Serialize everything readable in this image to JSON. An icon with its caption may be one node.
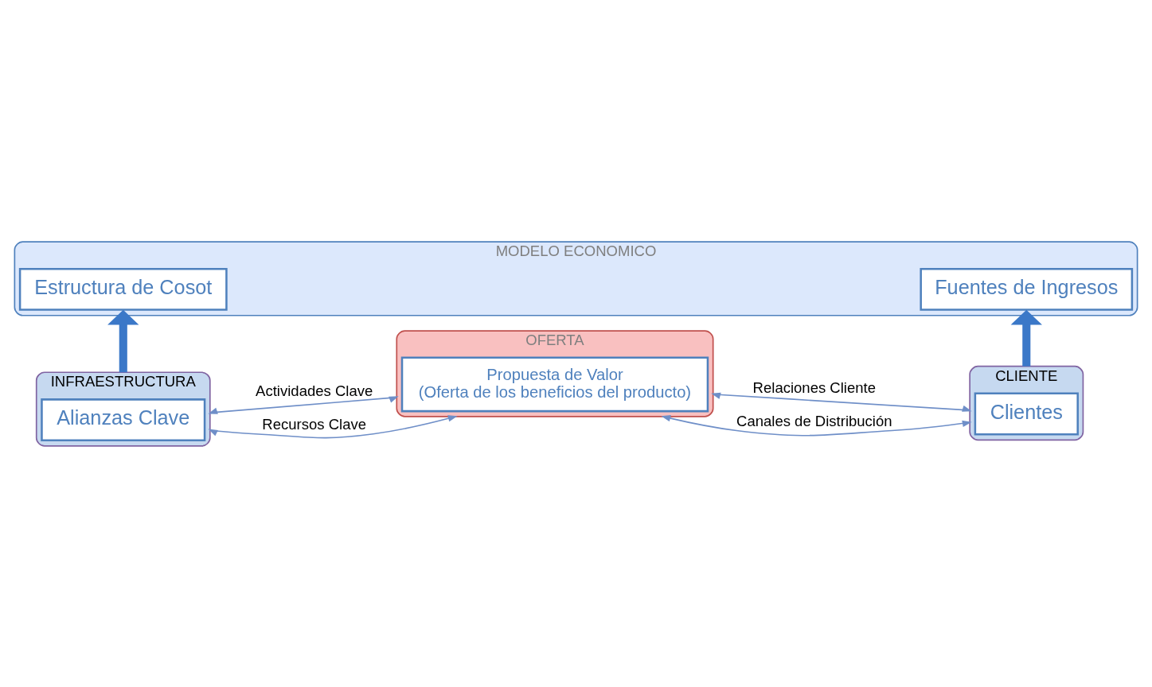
{
  "diagram": {
    "nodes": [
      {
        "text": [
          "INFRAESTRUCTURA"
        ]
      },
      {
        "text": [
          "Alianzas Clave"
        ],
        "in": 0
      },
      {
        "text": [
          "OFERTA"
        ]
      },
      {
        "text": [
          "Propuesta de Valor",
          "(Oferta de los beneficios del producto)"
        ],
        "in": 2
      },
      {
        "text": [
          "CLIENTE"
        ]
      },
      {
        "text": [
          "Clientes"
        ],
        "in": 4
      },
      {
        "text": [
          "MODELO ECONOMICO"
        ]
      },
      {
        "text": [
          "Estructura de Cosot"
        ],
        "in": 6
      },
      {
        "text": [
          "Fuentes de Ingresos"
        ],
        "in": 6
      }
    ],
    "edges": [
      {
        "from": 0,
        "to": 2,
        "arrow": "both",
        "label": "Actividades Clave"
      },
      {
        "from": 0,
        "to": 2,
        "arrow": "both",
        "label": "Recursos Clave"
      },
      {
        "from": 2,
        "to": 4,
        "arrow": "both",
        "label": "Relaciones Cliente"
      },
      {
        "from": 2,
        "to": 4,
        "arrow": "both",
        "label": "Canales de Distribución"
      },
      {
        "from": 0,
        "to": 6,
        "arrow": "to",
        "style": "thick",
        "color": "#3b78c8"
      },
      {
        "from": 4,
        "to": 6,
        "arrow": "to",
        "style": "thick",
        "color": "#3b78c8"
      }
    ]
  }
}
